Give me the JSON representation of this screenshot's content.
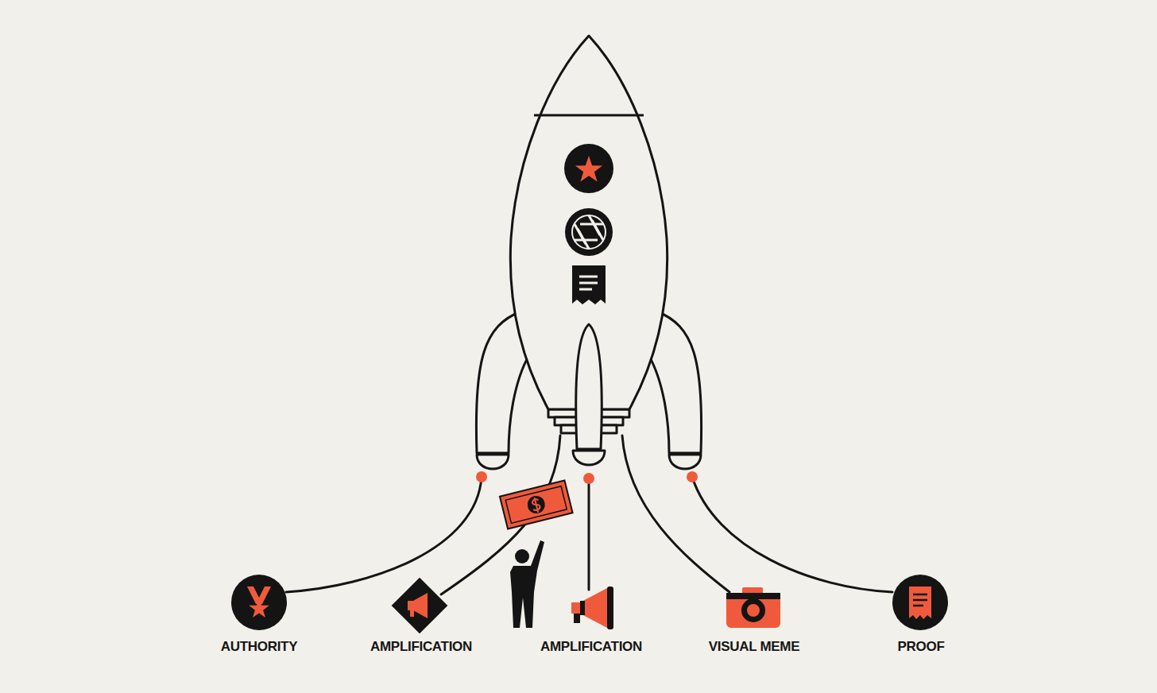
{
  "diagram": {
    "nodes": [
      {
        "text": [
          "AUTHORITY"
        ]
      },
      {
        "text": [
          "AMPLIFICATION"
        ]
      },
      {
        "text": [
          "AMPLIFICATION"
        ]
      },
      {
        "text": [
          "VISUAL MEME"
        ]
      },
      {
        "text": [
          "PROOF"
        ]
      }
    ]
  }
}
